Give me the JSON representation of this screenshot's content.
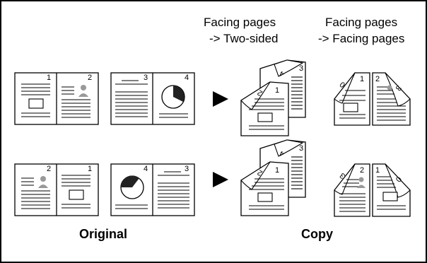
{
  "headers": {
    "col1_line1": "Facing pages",
    "col1_line2": "-> Two-sided",
    "col2_line1": "Facing pages",
    "col2_line2": "-> Facing pages"
  },
  "labels": {
    "original": "Original",
    "copy": "Copy"
  },
  "page_numbers": {
    "row1_left_a": "1",
    "row1_left_b": "2",
    "row1_right_a": "3",
    "row1_right_b": "4",
    "row2_left_a": "2",
    "row2_left_b": "1",
    "row2_right_a": "4",
    "row2_right_b": "3",
    "row1_twosided_back": "3",
    "row1_twosided_back_rot": "4",
    "row1_twosided_front": "1",
    "row1_twosided_front_rot": "2",
    "row1_facing_a_rot": "0",
    "row1_facing_a": "1",
    "row1_facing_b": "2",
    "row1_facing_b_rot": "3",
    "row2_twosided_back": "3",
    "row2_twosided_back_rot": "4",
    "row2_twosided_front": "1",
    "row2_twosided_front_rot": "2",
    "row2_facing_a_rot": "3",
    "row2_facing_a": "2",
    "row2_facing_b": "1",
    "row2_facing_b_rot": "0"
  }
}
